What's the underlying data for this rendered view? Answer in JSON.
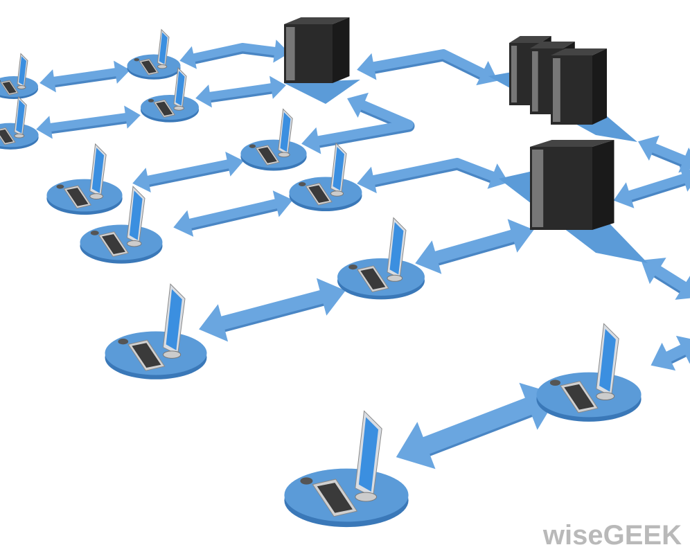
{
  "watermark": {
    "text": "wiseGEEK"
  },
  "colors": {
    "disk_top": "#5b9bd8",
    "disk_edge": "#3a78b8",
    "arrow": "#6aa6e0",
    "arrow_shade": "#4a86c4",
    "screen": "#3b8fe0",
    "server": "#2a2a2a",
    "keyboard": "#3a3a3a"
  },
  "diagram": {
    "workstation_count": 12,
    "server_count": 5
  }
}
